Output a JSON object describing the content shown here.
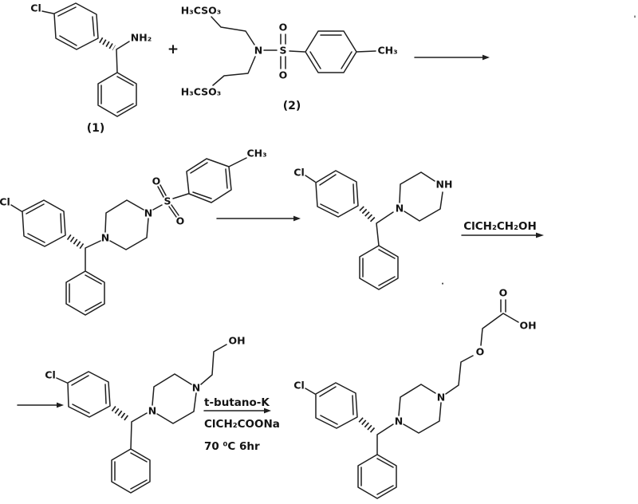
{
  "scheme": {
    "background": "#ffffff",
    "ink": "#1f1f1f",
    "compound_1": {
      "cl": "Cl",
      "nh2": "NH₂",
      "number": "(1)"
    },
    "plus": "+",
    "compound_2": {
      "mesylate_top": "H₃CSO₃",
      "mesylate_bottom": "H₃CSO₃",
      "n": "N",
      "s": "S",
      "o_top": "O",
      "o_bottom": "O",
      "ch3": "CH₃",
      "number": "(2)"
    },
    "compound_3": {
      "cl": "Cl",
      "n_left": "N",
      "n_right": "N",
      "s": "S",
      "o_top": "O",
      "o_bottom": "O",
      "ch3": "CH₃"
    },
    "compound_4": {
      "cl": "Cl",
      "n": "N",
      "nh": "NH"
    },
    "step_2_reagent": "ClCH₂CH₂OH",
    "compound_5": {
      "cl": "Cl",
      "n_left": "N",
      "n_right": "N",
      "oh": "OH"
    },
    "step_3": {
      "line_1": "t-butano-K",
      "line_2": "ClCH₂COONa",
      "line_3": "70 ⁰C 6hr"
    },
    "compound_6": {
      "cl": "Cl",
      "n_left": "N",
      "n_right": "N",
      "o_ether": "O",
      "o_carbonyl": "O",
      "oh": "OH"
    },
    "stray_marks": {
      "top_right": "'",
      "center": "."
    }
  }
}
